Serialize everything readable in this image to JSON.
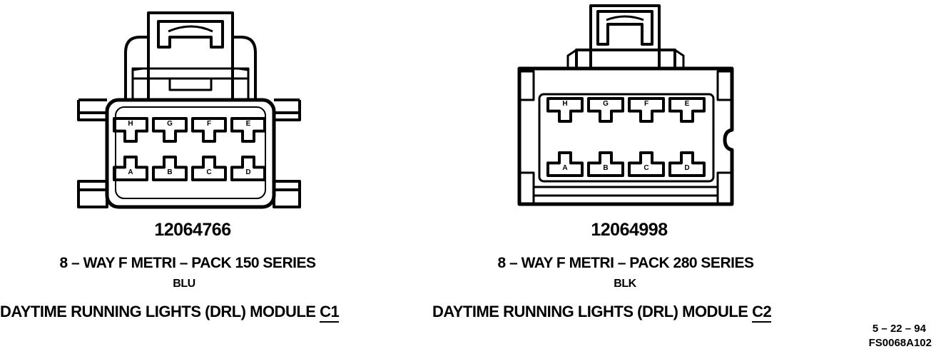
{
  "connectors": [
    {
      "part_number": "12064766",
      "description": "8 – WAY F METRI – PACK 150 SERIES",
      "color": "BLU",
      "module_text": "DAYTIME RUNNING LIGHTS (DRL) MODULE ",
      "connector_id": "C1",
      "cavities_top": [
        "H",
        "G",
        "F",
        "E"
      ],
      "cavities_bottom": [
        "A",
        "B",
        "C",
        "D"
      ]
    },
    {
      "part_number": "12064998",
      "description": "8 – WAY F METRI – PACK 280 SERIES",
      "color": "BLK",
      "module_text": "DAYTIME RUNNING LIGHTS (DRL) MODULE ",
      "connector_id": "C2",
      "cavities_top": [
        "H",
        "G",
        "F",
        "E"
      ],
      "cavities_bottom": [
        "A",
        "B",
        "C",
        "D"
      ]
    }
  ],
  "footer": {
    "date": "5 – 22 – 94",
    "figure_id": "FS0068A102"
  }
}
